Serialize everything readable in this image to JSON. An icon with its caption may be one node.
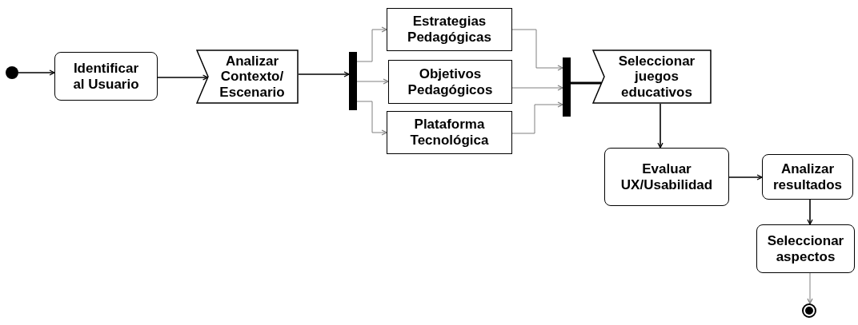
{
  "diagram": {
    "nodes": [
      {
        "text": [],
        "shape": "circle"
      },
      {
        "text": [
          "Identificar al Usuario"
        ]
      },
      {
        "text": [
          "Analizar Contexto/ Escenario"
        ]
      },
      {
        "text": [],
        "shape": "bar"
      },
      {
        "text": [
          "Estrategias Pedagógicas"
        ]
      },
      {
        "text": [
          "Objetivos Pedagógicos"
        ]
      },
      {
        "text": [
          "Plataforma Tecnológica"
        ]
      },
      {
        "text": [],
        "shape": "bar"
      },
      {
        "text": [
          "Seleccionar juegos educativos"
        ]
      },
      {
        "text": [
          "Evaluar UX/Usabilidad"
        ]
      },
      {
        "text": [
          "Analizar resultados"
        ]
      },
      {
        "text": [
          "Seleccionar aspectos"
        ]
      },
      {
        "text": [],
        "shape": "circle"
      }
    ],
    "edges": [
      {
        "from": 0,
        "to": 1,
        "arrow": "to"
      },
      {
        "from": 1,
        "to": 2,
        "arrow": "to"
      },
      {
        "from": 2,
        "to": 3,
        "arrow": "to"
      },
      {
        "from": 3,
        "to": 4,
        "arrow": "to",
        "color": "#808080"
      },
      {
        "from": 3,
        "to": 5,
        "arrow": "to",
        "color": "#808080"
      },
      {
        "from": 3,
        "to": 6,
        "arrow": "to",
        "color": "#808080"
      },
      {
        "from": 4,
        "to": 7,
        "arrow": "to",
        "color": "#808080"
      },
      {
        "from": 5,
        "to": 7,
        "arrow": "to",
        "color": "#808080"
      },
      {
        "from": 6,
        "to": 7,
        "arrow": "to",
        "color": "#808080"
      },
      {
        "from": 7,
        "to": 8,
        "arrow": "none",
        "style": "thick"
      },
      {
        "from": 8,
        "to": 9,
        "arrow": "to"
      },
      {
        "from": 9,
        "to": 10,
        "arrow": "to"
      },
      {
        "from": 10,
        "to": 11,
        "arrow": "to"
      },
      {
        "from": 11,
        "to": 12,
        "arrow": "to",
        "color": "#808080"
      }
    ]
  }
}
